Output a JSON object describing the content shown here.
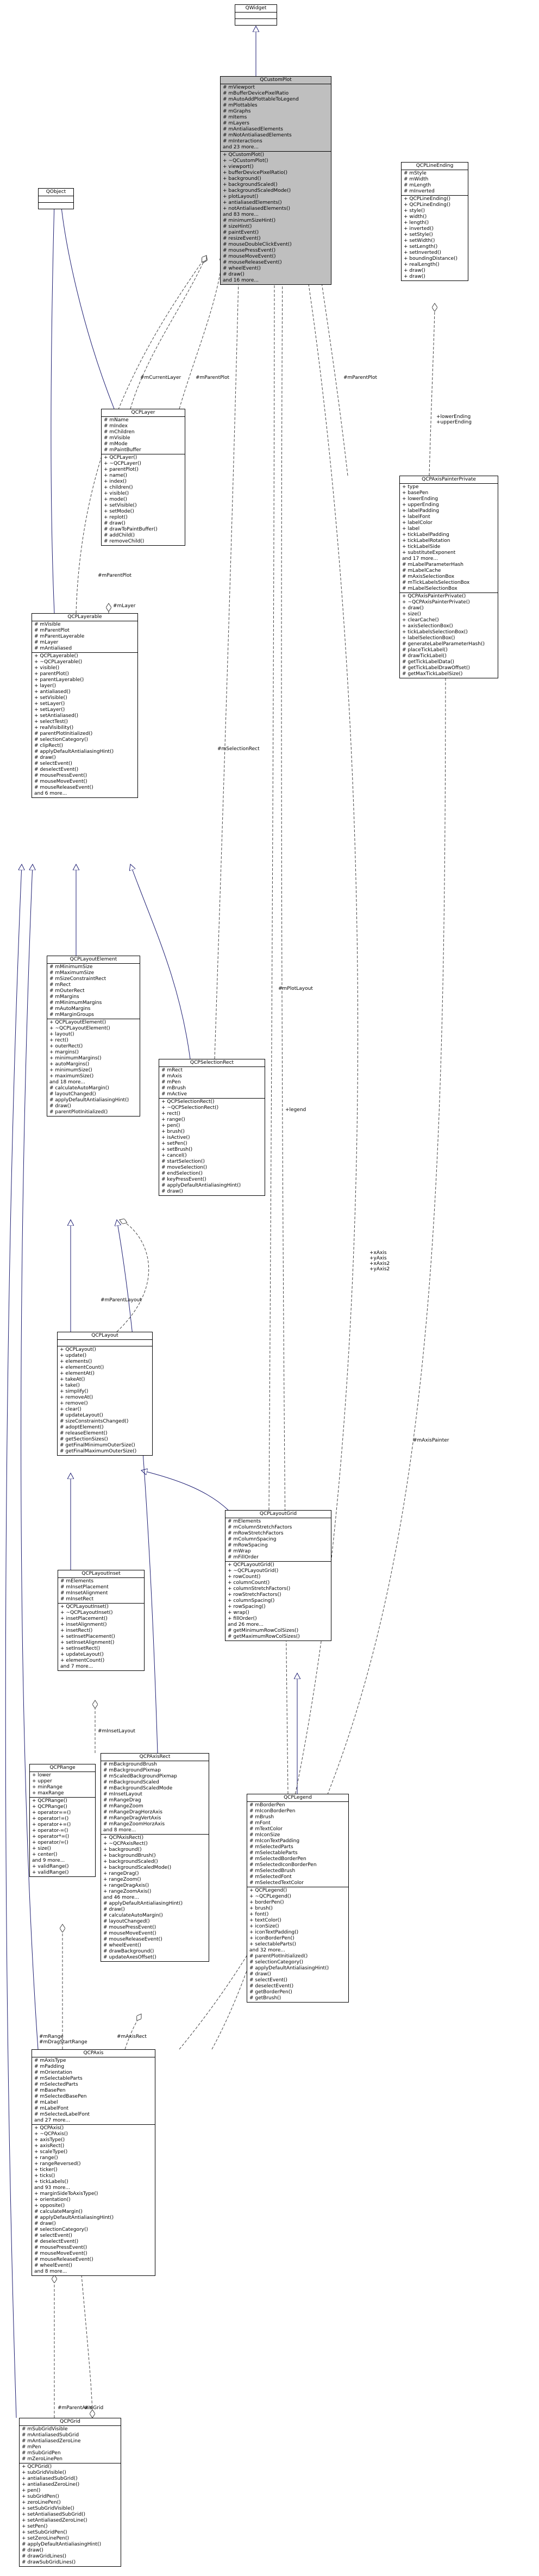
{
  "nodes": [
    {
      "id": "qwidget",
      "title": "QWidget",
      "attrs": [],
      "methods": []
    },
    {
      "id": "qcustomplot",
      "title": "QCustomPlot",
      "highlight": true,
      "attrs": [
        "# mViewport",
        "# mBufferDevicePixelRatio",
        "# mAutoAddPlottableToLegend",
        "# mPlottables",
        "# mGraphs",
        "# mItems",
        "# mLayers",
        "# mAntialiasedElements",
        "# mNotAntialiasedElements",
        "# mInteractions",
        "and 23 more..."
      ],
      "methods": [
        "+ QCustomPlot()",
        "+ ~QCustomPlot()",
        "+ viewport()",
        "+ bufferDevicePixelRatio()",
        "+ background()",
        "+ backgroundScaled()",
        "+ backgroundScaledMode()",
        "+ plotLayout()",
        "+ antialiasedElements()",
        "+ notAntialiasedElements()",
        "and 83 more...",
        "# minimumSizeHint()",
        "# sizeHint()",
        "# paintEvent()",
        "# resizeEvent()",
        "# mouseDoubleClickEvent()",
        "# mousePressEvent()",
        "# mouseMoveEvent()",
        "# mouseReleaseEvent()",
        "# wheelEvent()",
        "# draw()",
        "and 16 more..."
      ]
    },
    {
      "id": "qcplineending",
      "title": "QCPLineEnding",
      "attrs": [
        "# mStyle",
        "# mWidth",
        "# mLength",
        "# mInverted"
      ],
      "methods": [
        "+ QCPLineEnding()",
        "+ QCPLineEnding()",
        "+ style()",
        "+ width()",
        "+ length()",
        "+ inverted()",
        "+ setStyle()",
        "+ setWidth()",
        "+ setLength()",
        "+ setInverted()",
        "+ boundingDistance()",
        "+ realLength()",
        "+ draw()",
        "+ draw()"
      ]
    },
    {
      "id": "qobject",
      "title": "QObject",
      "attrs": [],
      "methods": []
    },
    {
      "id": "qcplayer",
      "title": "QCPLayer",
      "attrs": [
        "# mName",
        "# mIndex",
        "# mChildren",
        "# mVisible",
        "# mMode",
        "# mPaintBuffer"
      ],
      "methods": [
        "+ QCPLayer()",
        "+ ~QCPLayer()",
        "+ parentPlot()",
        "+ name()",
        "+ index()",
        "+ children()",
        "+ visible()",
        "+ mode()",
        "+ setVisible()",
        "+ setMode()",
        "+ replot()",
        "# draw()",
        "# drawToPaintBuffer()",
        "# addChild()",
        "# removeChild()"
      ]
    },
    {
      "id": "qcpaxispainterprivate",
      "title": "QCPAxisPainterPrivate",
      "attrs": [
        "+ type",
        "+ basePen",
        "+ lowerEnding",
        "+ upperEnding",
        "+ labelPadding",
        "+ labelFont",
        "+ labelColor",
        "+ label",
        "+ tickLabelPadding",
        "+ tickLabelRotation",
        "+ tickLabelSide",
        "+ substituteExponent",
        "and 17 more...",
        "# mLabelParameterHash",
        "# mLabelCache",
        "# mAxisSelectionBox",
        "# mTickLabelsSelectionBox",
        "# mLabelSelectionBox"
      ],
      "methods": [
        "+ QCPAxisPainterPrivate()",
        "+ ~QCPAxisPainterPrivate()",
        "+ draw()",
        "+ size()",
        "+ clearCache()",
        "+ axisSelectionBox()",
        "+ tickLabelsSelectionBox()",
        "+ labelSelectionBox()",
        "# generateLabelParameterHash()",
        "# placeTickLabel()",
        "# drawTickLabel()",
        "# getTickLabelData()",
        "# getTickLabelDrawOffset()",
        "# getMaxTickLabelSize()"
      ]
    },
    {
      "id": "qcplayerable",
      "title": "QCPLayerable",
      "attrs": [
        "# mVisible",
        "# mParentPlot",
        "# mParentLayerable",
        "# mLayer",
        "# mAntialiased"
      ],
      "methods": [
        "+ QCPLayerable()",
        "+ ~QCPLayerable()",
        "+ visible()",
        "+ parentPlot()",
        "+ parentLayerable()",
        "+ layer()",
        "+ antialiased()",
        "+ setVisible()",
        "+ setLayer()",
        "+ setLayer()",
        "+ setAntialiased()",
        "+ selectTest()",
        "+ realVisibility()",
        "# parentPlotInitialized()",
        "# selectionCategory()",
        "# clipRect()",
        "# applyDefaultAntialiasingHint()",
        "# draw()",
        "# selectEvent()",
        "# deselectEvent()",
        "# mousePressEvent()",
        "# mouseMoveEvent()",
        "# mouseReleaseEvent()",
        "and 6 more..."
      ]
    },
    {
      "id": "qcplayoutelement",
      "title": "QCPLayoutElement",
      "attrs": [
        "# mMinimumSize",
        "# mMaximumSize",
        "# mSizeConstraintRect",
        "# mRect",
        "# mOuterRect",
        "# mMargins",
        "# mMinimumMargins",
        "# mAutoMargins",
        "# mMarginGroups"
      ],
      "methods": [
        "+ QCPLayoutElement()",
        "+ ~QCPLayoutElement()",
        "+ layout()",
        "+ rect()",
        "+ outerRect()",
        "+ margins()",
        "+ minimumMargins()",
        "+ autoMargins()",
        "+ minimumSize()",
        "+ maximumSize()",
        "and 18 more...",
        "# calculateAutoMargin()",
        "# layoutChanged()",
        "# applyDefaultAntialiasingHint()",
        "# draw()",
        "# parentPlotInitialized()"
      ]
    },
    {
      "id": "qcpselectionrect",
      "title": "QCPSelectionRect",
      "attrs": [
        "# mRect",
        "# mAxis",
        "# mPen",
        "# mBrush",
        "# mActive"
      ],
      "methods": [
        "+ QCPSelectionRect()",
        "+ ~QCPSelectionRect()",
        "+ rect()",
        "+ range()",
        "+ pen()",
        "+ brush()",
        "+ isActive()",
        "+ setPen()",
        "+ setBrush()",
        "+ cancel()",
        "# startSelection()",
        "# moveSelection()",
        "# endSelection()",
        "# keyPressEvent()",
        "# applyDefaultAntialiasingHint()",
        "# draw()"
      ]
    },
    {
      "id": "qcplayout",
      "title": "QCPLayout",
      "attrs": [],
      "methods": [
        "+ QCPLayout()",
        "+ update()",
        "+ elements()",
        "+ elementCount()",
        "+ elementAt()",
        "+ takeAt()",
        "+ take()",
        "+ simplify()",
        "+ removeAt()",
        "+ remove()",
        "+ clear()",
        "# updateLayout()",
        "# sizeConstraintsChanged()",
        "# adoptElement()",
        "# releaseElement()",
        "# getSectionSizes()",
        "# getFinalMinimumOuterSize()",
        "# getFinalMaximumOuterSize()"
      ]
    },
    {
      "id": "qcplayoutgrid",
      "title": "QCPLayoutGrid",
      "attrs": [
        "# mElements",
        "# mColumnStretchFactors",
        "# mRowStretchFactors",
        "# mColumnSpacing",
        "# mRowSpacing",
        "# mWrap",
        "# mFillOrder"
      ],
      "methods": [
        "+ QCPLayoutGrid()",
        "+ ~QCPLayoutGrid()",
        "+ rowCount()",
        "+ columnCount()",
        "+ columnStretchFactors()",
        "+ rowStretchFactors()",
        "+ columnSpacing()",
        "+ rowSpacing()",
        "+ wrap()",
        "+ fillOrder()",
        "and 26 more...",
        "# getMinimumRowColSizes()",
        "# getMaximumRowColSizes()"
      ]
    },
    {
      "id": "qcplayoutinset",
      "title": "QCPLayoutInset",
      "attrs": [
        "# mElements",
        "# mInsetPlacement",
        "# mInsetAlignment",
        "# mInsetRect"
      ],
      "methods": [
        "+ QCPLayoutInset()",
        "+ ~QCPLayoutInset()",
        "+ insetPlacement()",
        "+ insetAlignment()",
        "+ insetRect()",
        "+ setInsetPlacement()",
        "+ setInsetAlignment()",
        "+ setInsetRect()",
        "+ updateLayout()",
        "+ elementCount()",
        "and 7 more..."
      ]
    },
    {
      "id": "qcplegend",
      "title": "QCPLegend",
      "attrs": [
        "# mBorderPen",
        "# mIconBorderPen",
        "# mBrush",
        "# mFont",
        "# mTextColor",
        "# mIconSize",
        "# mIconTextPadding",
        "# mSelectedParts",
        "# mSelectableParts",
        "# mSelectedBorderPen",
        "# mSelectedIconBorderPen",
        "# mSelectedBrush",
        "# mSelectedFont",
        "# mSelectedTextColor"
      ],
      "methods": [
        "+ QCPLegend()",
        "+ ~QCPLegend()",
        "+ borderPen()",
        "+ brush()",
        "+ font()",
        "+ textColor()",
        "+ iconSize()",
        "+ iconTextPadding()",
        "+ iconBorderPen()",
        "+ selectableParts()",
        "and 32 more...",
        "# parentPlotInitialized()",
        "# selectionCategory()",
        "# applyDefaultAntialiasingHint()",
        "# draw()",
        "# selectEvent()",
        "# deselectEvent()",
        "# getBorderPen()",
        "# getBrush()"
      ]
    },
    {
      "id": "qcprange",
      "title": "QCPRange",
      "attrs": [
        "+ lower",
        "+ upper",
        "+ minRange",
        "+ maxRange"
      ],
      "methods": [
        "+ QCPRange()",
        "+ QCPRange()",
        "+ operator==()",
        "+ operator!=()",
        "+ operator+=()",
        "+ operator-=()",
        "+ operator*=()",
        "+ operator/=()",
        "+ size()",
        "+ center()",
        "and 9 more...",
        "+ validRange()",
        "+ validRange()"
      ]
    },
    {
      "id": "qcpaxisrect",
      "title": "QCPAxisRect",
      "attrs": [
        "# mBackgroundBrush",
        "# mBackgroundPixmap",
        "# mScaledBackgroundPixmap",
        "# mBackgroundScaled",
        "# mBackgroundScaledMode",
        "# mInsetLayout",
        "# mRangeDrag",
        "# mRangeZoom",
        "# mRangeDragHorzAxis",
        "# mRangeDragVertAxis",
        "# mRangeZoomHorzAxis",
        "and 8 more..."
      ],
      "methods": [
        "+ QCPAxisRect()",
        "+ ~QCPAxisRect()",
        "+ background()",
        "+ backgroundBrush()",
        "+ backgroundScaled()",
        "+ backgroundScaledMode()",
        "+ rangeDrag()",
        "+ rangeZoom()",
        "+ rangeDragAxis()",
        "+ rangeZoomAxis()",
        "and 46 more...",
        "# applyDefaultAntialiasingHint()",
        "# draw()",
        "# calculateAutoMargin()",
        "# layoutChanged()",
        "# mousePressEvent()",
        "# mouseMoveEvent()",
        "# mouseReleaseEvent()",
        "# wheelEvent()",
        "# drawBackground()",
        "# updateAxesOffset()"
      ]
    },
    {
      "id": "qcpaxis",
      "title": "QCPAxis",
      "attrs": [
        "# mAxisType",
        "# mPadding",
        "# mOrientation",
        "# mSelectableParts",
        "# mSelectedParts",
        "# mBasePen",
        "# mSelectedBasePen",
        "# mLabel",
        "# mLabelFont",
        "# mSelectedLabelFont",
        "and 27 more..."
      ],
      "methods": [
        "+ QCPAxis()",
        "+ ~QCPAxis()",
        "+ axisType()",
        "+ axisRect()",
        "+ scaleType()",
        "+ range()",
        "+ rangeReversed()",
        "+ ticker()",
        "+ ticks()",
        "+ tickLabels()",
        "and 93 more...",
        "+ marginSideToAxisType()",
        "+ orientation()",
        "+ opposite()",
        "# calculateMargin()",
        "# applyDefaultAntialiasingHint()",
        "# draw()",
        "# selectionCategory()",
        "# selectEvent()",
        "# deselectEvent()",
        "# mousePressEvent()",
        "# mouseMoveEvent()",
        "# mouseReleaseEvent()",
        "# wheelEvent()",
        "and 8 more..."
      ]
    },
    {
      "id": "qcpgrid",
      "title": "QCPGrid",
      "attrs": [
        "# mSubGridVisible",
        "# mAntialiasedSubGrid",
        "# mAntialiasedZeroLine",
        "# mPen",
        "# mSubGridPen",
        "# mZeroLinePen"
      ],
      "methods": [
        "+ QCPGrid()",
        "+ subGridVisible()",
        "+ antialiasedSubGrid()",
        "+ antialiasedZeroLine()",
        "+ pen()",
        "+ subGridPen()",
        "+ zeroLinePen()",
        "+ setSubGridVisible()",
        "+ setAntialiasedSubGrid()",
        "+ setAntialiasedZeroLine()",
        "+ setPen()",
        "+ setSubGridPen()",
        "+ setZeroLinePen()",
        "# applyDefaultAntialiasingHint()",
        "# draw()",
        "# drawGridLines()",
        "# drawSubGridLines()"
      ]
    }
  ],
  "edge_labels": {
    "mCurrentLayer": "#mCurrentLayer",
    "mParentPlot_layer": "#mParentPlot",
    "mParentPlot_painter": "#mParentPlot",
    "mParentPlot_layerable": "#mParentPlot",
    "lineEndings": "+lowerEnding\n+upperEnding",
    "mLayer": "#mLayer",
    "mSelectionRect": "#mSelectionRect",
    "mPlotLayout": "#mPlotLayout",
    "legend": "+legend",
    "axes": "+xAxis\n+yAxis\n+xAxis2\n+yAxis2",
    "mParentLayout": "#mParentLayout",
    "mAxisPainter": "#mAxisPainter",
    "mInsetLayout": "#mInsetLayout",
    "mRange": "#mRange\n#mDragStartRange",
    "mAxisRect": "#mAxisRect",
    "mParentAxis": "#mParentAxis",
    "mGrid": "#mGrid"
  }
}
